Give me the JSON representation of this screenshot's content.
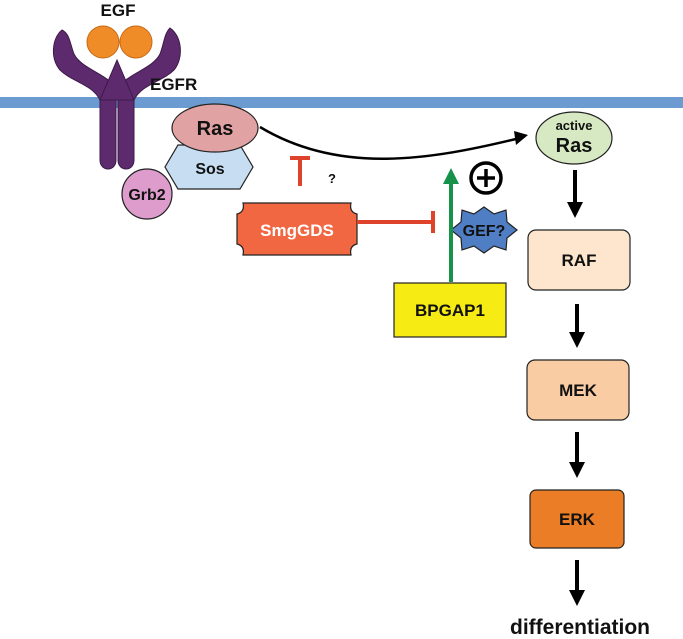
{
  "labels": {
    "egf": "EGF",
    "egfr": "EGFR",
    "ras": "Ras",
    "sos": "Sos",
    "grb2": "Grb2",
    "smggds": "SmgGDS",
    "question_mark": "?",
    "gef": "GEF?",
    "bpgap1": "BPGAP1",
    "plus": "+",
    "active_ras_line1": "active",
    "active_ras_line2": "Ras",
    "raf": "RAF",
    "mek": "MEK",
    "erk": "ERK",
    "differentiation": "differentiation"
  },
  "colors": {
    "membrane": "#6b9bd1",
    "receptor": "#5e2a6e",
    "egf_ligand": "#f08c28",
    "ras": "#e0a2a2",
    "sos": "#c7ddf2",
    "grb2": "#dd9ccc",
    "smggds": "#f06742",
    "inhibition": "#e0432c",
    "activation": "#17924a",
    "gef": "#4f7ec4",
    "bpgap1": "#f6ec14",
    "active_ras": "#d6e9c2",
    "raf": "#fde6cd",
    "mek": "#f9cca3",
    "erk": "#ea7d25",
    "arrow": "#000000"
  }
}
